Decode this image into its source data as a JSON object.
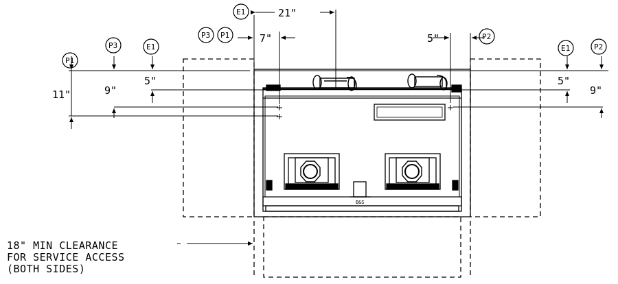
{
  "tags": {
    "e1": "E1",
    "p1": "P1",
    "p2": "P2",
    "p3": "P3"
  },
  "dimensions": {
    "d21": "21\"",
    "d7": "7\"",
    "d5_top": "5\"",
    "d5_left": "5\"",
    "d5_right": "5\"",
    "d9_left": "9\"",
    "d9_right": "9\"",
    "d11": "11\""
  },
  "note": {
    "line1": "18\" MIN CLEARANCE",
    "line2": "FOR SERVICE ACCESS",
    "line3": "(BOTH SIDES)"
  },
  "unit_label": "B&S"
}
